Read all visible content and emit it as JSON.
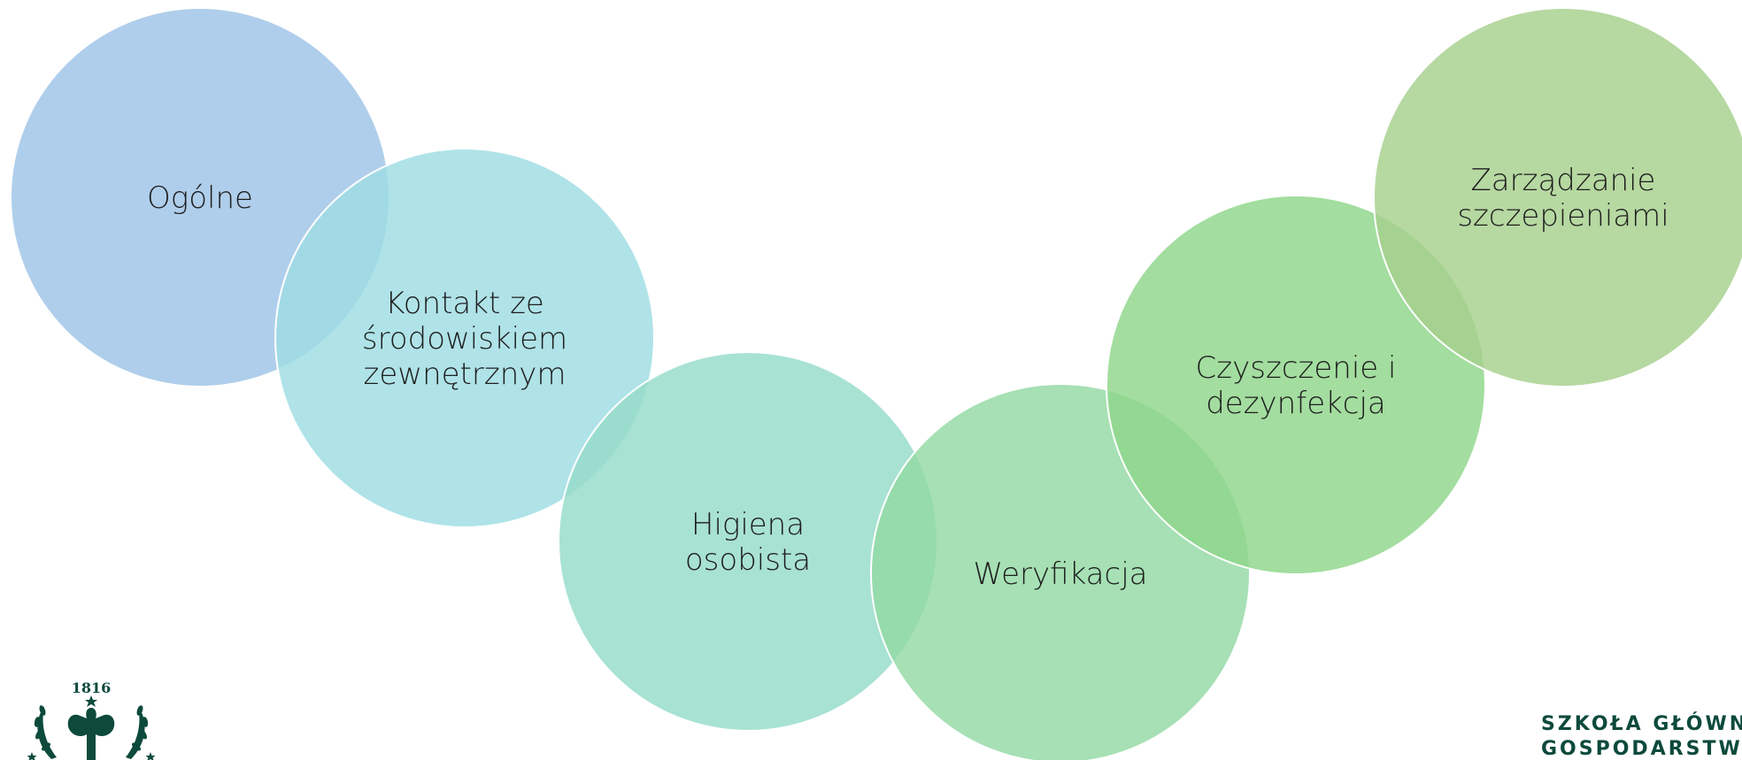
{
  "diagram": {
    "nodes": [
      {
        "id": "ogolne",
        "lines": [
          "Ogólne"
        ],
        "color": "#9dc3e6"
      },
      {
        "id": "kontakt",
        "lines": [
          "Kontakt ze",
          "środowiskiem",
          "zewnętrznym"
        ],
        "color": "#9ddde3"
      },
      {
        "id": "higiena",
        "lines": [
          "Higiena",
          "osobista"
        ],
        "color": "#95dcc9"
      },
      {
        "id": "weryfikacja",
        "lines": [
          "Weryfikacja"
        ],
        "color": "#93d9a3"
      },
      {
        "id": "czyszczenie",
        "lines": [
          "Czyszczenie i",
          "dezynfekcja"
        ],
        "color": "#8fd68a"
      },
      {
        "id": "zarzadzanie",
        "lines": [
          "Zarządzanie",
          "szczepieniami"
        ],
        "color": "#a6cf8c"
      }
    ]
  },
  "logo": {
    "year": "1816",
    "brand_line_1": "SZKOŁA GŁÓWNA",
    "brand_line_2": "GOSPODARSTWA",
    "color": "#0d4a3c"
  }
}
